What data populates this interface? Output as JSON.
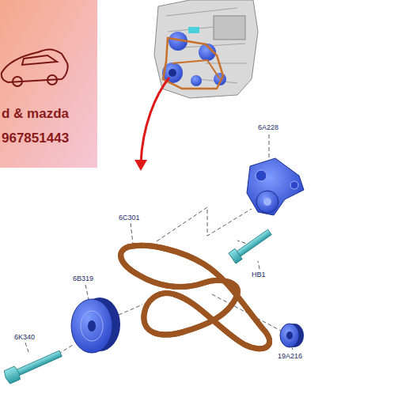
{
  "diagram": {
    "labels": [
      "d & mazda",
      "967851443",
      "6A228",
      "6C301",
      "HB1",
      "6B319",
      "6K340",
      "19A216"
    ]
  }
}
